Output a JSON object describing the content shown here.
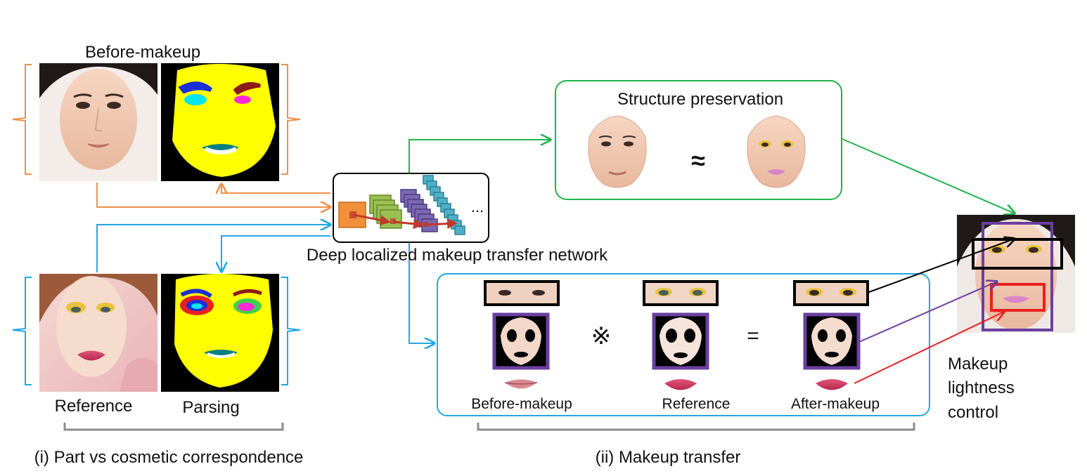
{
  "labels": {
    "before_makeup_top": "Before-makeup",
    "reference_left": "Reference",
    "parsing": "Parsing",
    "network": "Deep  localized makeup transfer network",
    "network_ellipsis": "...",
    "structure": "Structure preservation",
    "approx": "≈",
    "transfer_op": "※",
    "equals": "=",
    "panel_before": "Before-makeup",
    "panel_reference": "Reference",
    "panel_after": "After-makeup",
    "lightness_line1": "Makeup",
    "lightness_line2": "lightness",
    "lightness_line3": "control",
    "caption_i": "(i) Part vs cosmetic correspondence",
    "caption_ii": "(ii) Makeup transfer"
  },
  "colors": {
    "orange": "#f0904a",
    "blue": "#21a8e0",
    "green": "#21b24b",
    "purple": "#6b3fa0",
    "red": "#e82020",
    "black": "#000000",
    "gray": "#8c8c8c",
    "parsing_face": "#ffff00",
    "skin": "#f0c6ae"
  }
}
